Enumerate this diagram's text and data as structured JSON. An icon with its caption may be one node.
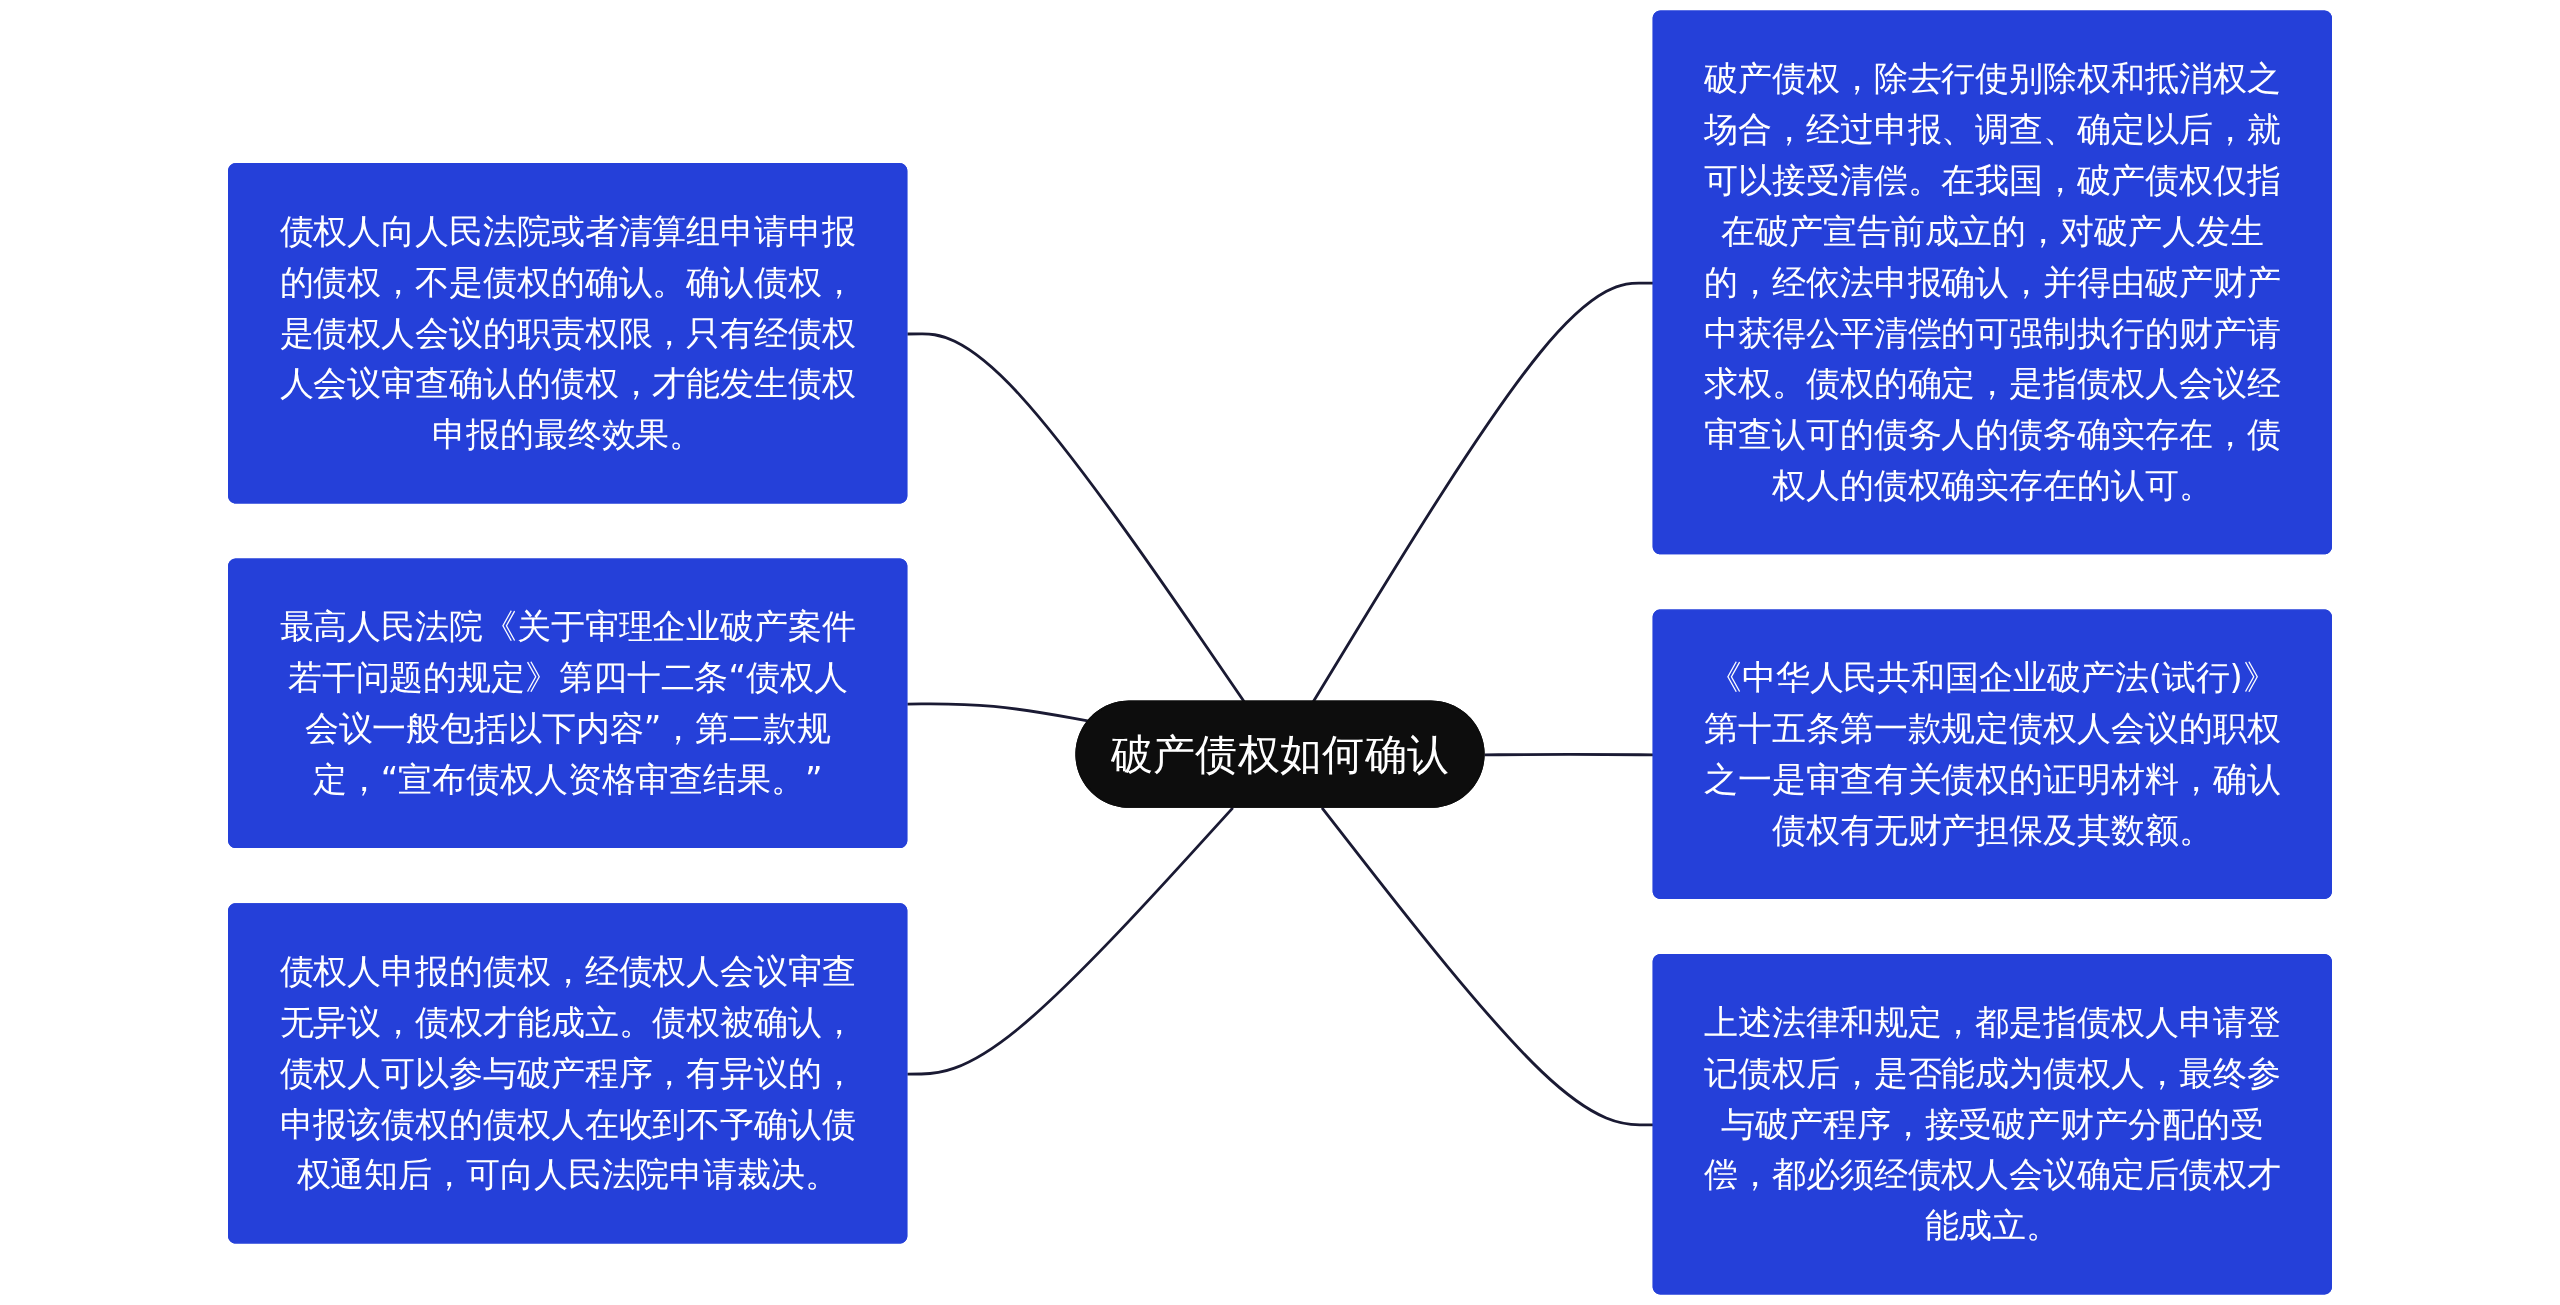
{
  "diagram": {
    "nodes": [
      {
        "text": [
          "破产债权如何确认"
        ]
      },
      {
        "text": [
          "债权人向人民法院或者清算组申请申报的债权，不是债权的确认。确认债权，是债权人会议的职责权限，只有经债权人会议审查确认的债权，才能发生债权申报的最终效果。"
        ]
      },
      {
        "text": [
          "最高人民法院《关于审理企业破产案件若干问题的规定》第四十二条“债权人会议一般包括以下内容”，第二款规定，“宣布债权人资格审查结果。”"
        ]
      },
      {
        "text": [
          "债权人申报的债权，经债权人会议审查无异议，债权才能成立。债权被确认，债权人可以参与破产程序，有异议的，申报该债权的债权人在收到不予确认债权通知后，可向人民法院申请裁决。"
        ]
      },
      {
        "text": [
          "破产债权，除去行使别除权和抵消权之场合，经过申报、调查、确定以后，就可以接受清偿。在我国，破产债权仅指在破产宣告前成立的，对破产人发生的，经依法申报确认，并得由破产财产中获得公平清偿的可强制执行的财产请求权。债权的确定，是指债权人会议经审查认可的债务人的债务确实存在，债权人的债权确实存在的认可。"
        ]
      },
      {
        "text": [
          "《中华人民共和国企业破产法(试行)》第十五条第一款规定债权人会议的职权之一是审查有关债权的证明材料，确认债权有无财产担保及其数额。"
        ]
      },
      {
        "text": [
          "上述法律和规定，都是指债权人申请登记债权后，是否能成为债权人，最终参与破产程序，接受破产财产分配的受偿，都必须经债权人会议确定后债权才能成立。"
        ]
      }
    ],
    "edges": [
      {
        "from": 1,
        "to": 0,
        "arrow": "none"
      },
      {
        "from": 2,
        "to": 0,
        "arrow": "none"
      },
      {
        "from": 3,
        "to": 0,
        "arrow": "none"
      },
      {
        "from": 0,
        "to": 4,
        "arrow": "none"
      },
      {
        "from": 0,
        "to": 5,
        "arrow": "none"
      },
      {
        "from": 0,
        "to": 6,
        "arrow": "none"
      }
    ]
  }
}
